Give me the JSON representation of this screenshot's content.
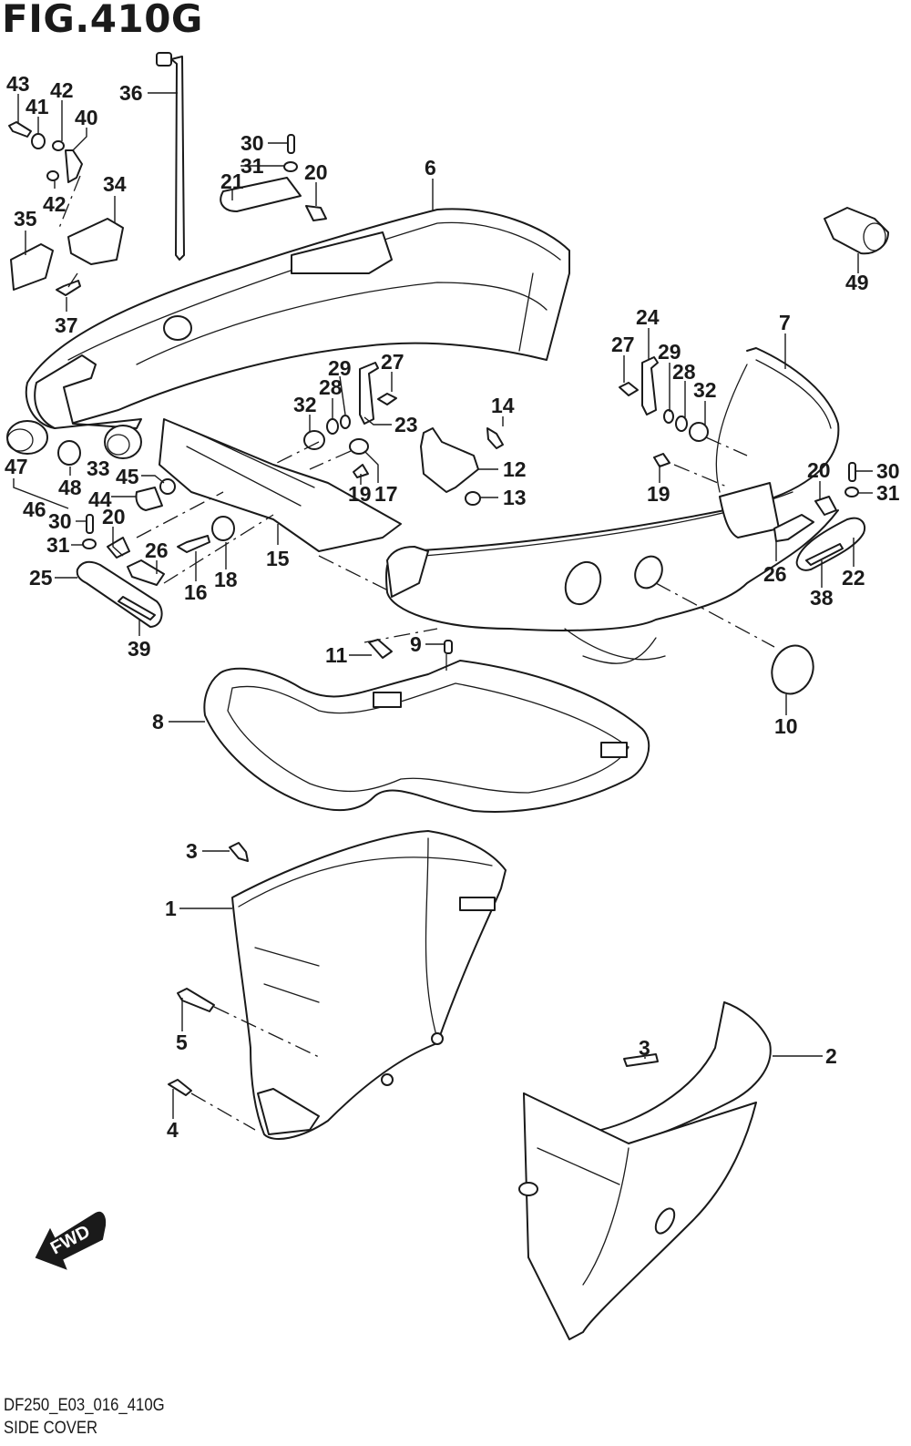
{
  "figure": {
    "title": "FIG.410G",
    "code": "DF250_E03_016_410G",
    "name": "SIDE COVER",
    "direction_badge": "FWD"
  },
  "callouts": {
    "c1": "1",
    "c2": "2",
    "c3a": "3",
    "c3b": "3",
    "c4": "4",
    "c5": "5",
    "c6": "6",
    "c7": "7",
    "c8": "8",
    "c9": "9",
    "c10": "10",
    "c11": "11",
    "c12": "12",
    "c13": "13",
    "c14": "14",
    "c15": "15",
    "c16": "16",
    "c17": "17",
    "c18": "18",
    "c19a": "19",
    "c19b": "19",
    "c20a": "20",
    "c20b": "20",
    "c20c": "20",
    "c21": "21",
    "c22": "22",
    "c23": "23",
    "c24": "24",
    "c25": "25",
    "c26a": "26",
    "c26b": "26",
    "c27a": "27",
    "c27b": "27",
    "c28a": "28",
    "c28b": "28",
    "c29a": "29",
    "c29b": "29",
    "c30a": "30",
    "c30b": "30",
    "c30c": "30",
    "c31a": "31",
    "c31b": "31",
    "c31c": "31",
    "c32a": "32",
    "c32b": "32",
    "c33": "33",
    "c34": "34",
    "c35": "35",
    "c36": "36",
    "c37": "37",
    "c38": "38",
    "c39": "39",
    "c40": "40",
    "c41": "41",
    "c42a": "42",
    "c42b": "42",
    "c43": "43",
    "c44": "44",
    "c45": "45",
    "c46": "46",
    "c47": "47",
    "c48": "48",
    "c49": "49"
  }
}
